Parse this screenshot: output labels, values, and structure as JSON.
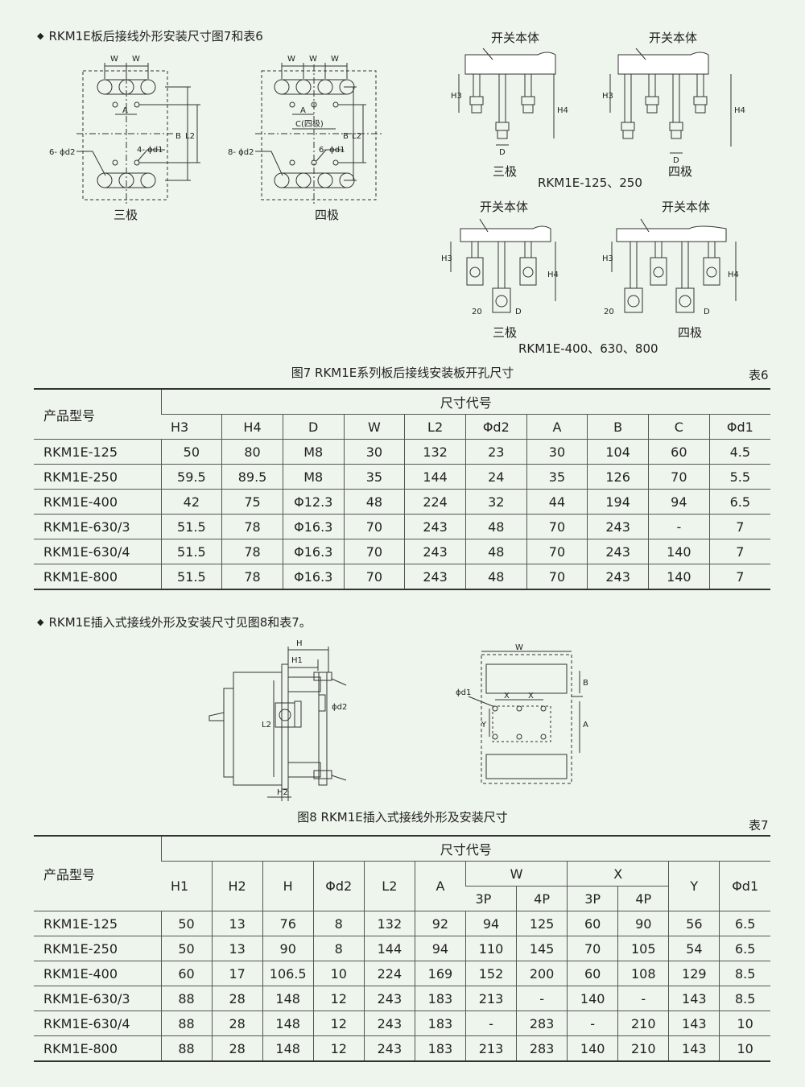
{
  "section1": {
    "heading": "RKM1E板后接线外形安装尺寸图7和表6"
  },
  "fig7": {
    "left_labels": {
      "three": "三极",
      "four": "四极"
    },
    "dims": {
      "w": "W",
      "a": "A",
      "b": "B",
      "l2": "L2",
      "c": "C(四极)",
      "d2_3": "6- ϕd2",
      "d1_3": "4- ϕd1",
      "d2_4": "8- ϕd2",
      "d1_4": "6- ϕd1",
      "h3": "H3",
      "h4": "H4",
      "d": "D",
      "twenty": "20"
    },
    "body_label": "开关本体",
    "three": "三极",
    "four": "四极",
    "model_a": "RKM1E-125、250",
    "model_b": "RKM1E-400、630、800",
    "caption": "图7 RKM1E系列板后接线安装板开孔尺寸",
    "table_num": "表6"
  },
  "table6": {
    "model_header": "产品型号",
    "group_header": "尺寸代号",
    "columns": [
      "H3",
      "H4",
      "D",
      "W",
      "L2",
      "Φd2",
      "A",
      "B",
      "C",
      "Φd1"
    ],
    "rows": [
      [
        "RKM1E-125",
        "50",
        "80",
        "M8",
        "30",
        "132",
        "23",
        "30",
        "104",
        "60",
        "4.5"
      ],
      [
        "RKM1E-250",
        "59.5",
        "89.5",
        "M8",
        "35",
        "144",
        "24",
        "35",
        "126",
        "70",
        "5.5"
      ],
      [
        "RKM1E-400",
        "42",
        "75",
        "Φ12.3",
        "48",
        "224",
        "32",
        "44",
        "194",
        "94",
        "6.5"
      ],
      [
        "RKM1E-630/3",
        "51.5",
        "78",
        "Φ16.3",
        "70",
        "243",
        "48",
        "70",
        "243",
        "-",
        "7"
      ],
      [
        "RKM1E-630/4",
        "51.5",
        "78",
        "Φ16.3",
        "70",
        "243",
        "48",
        "70",
        "243",
        "140",
        "7"
      ],
      [
        "RKM1E-800",
        "51.5",
        "78",
        "Φ16.3",
        "70",
        "243",
        "48",
        "70",
        "243",
        "140",
        "7"
      ]
    ]
  },
  "section2": {
    "heading": "RKM1E插入式接线外形及安装尺寸见图8和表7。"
  },
  "fig8": {
    "dims": {
      "h": "H",
      "h1": "H1",
      "h2": "H2",
      "l2": "L2",
      "d2": "ϕd2",
      "w": "W",
      "d1": "ϕd1",
      "x": "X",
      "y": "Y",
      "a": "A",
      "b": "B"
    },
    "caption": "图8 RKM1E插入式接线外形及安装尺寸",
    "table_num": "表7"
  },
  "table7": {
    "model_header": "产品型号",
    "group_header": "尺寸代号",
    "columns": [
      "H1",
      "H2",
      "H",
      "Φd2",
      "L2",
      "A",
      "W",
      "X",
      "Y",
      "Φd1"
    ],
    "sub_columns": [
      "3P",
      "4P",
      "3P",
      "4P"
    ],
    "rows": [
      [
        "RKM1E-125",
        "50",
        "13",
        "76",
        "8",
        "132",
        "92",
        "94",
        "125",
        "60",
        "90",
        "56",
        "6.5"
      ],
      [
        "RKM1E-250",
        "50",
        "13",
        "90",
        "8",
        "144",
        "94",
        "110",
        "145",
        "70",
        "105",
        "54",
        "6.5"
      ],
      [
        "RKM1E-400",
        "60",
        "17",
        "106.5",
        "10",
        "224",
        "169",
        "152",
        "200",
        "60",
        "108",
        "129",
        "8.5"
      ],
      [
        "RKM1E-630/3",
        "88",
        "28",
        "148",
        "12",
        "243",
        "183",
        "213",
        "-",
        "140",
        "-",
        "143",
        "8.5"
      ],
      [
        "RKM1E-630/4",
        "88",
        "28",
        "148",
        "12",
        "243",
        "183",
        "-",
        "283",
        "-",
        "210",
        "143",
        "10"
      ],
      [
        "RKM1E-800",
        "88",
        "28",
        "148",
        "12",
        "243",
        "183",
        "213",
        "283",
        "140",
        "210",
        "143",
        "10"
      ]
    ]
  }
}
